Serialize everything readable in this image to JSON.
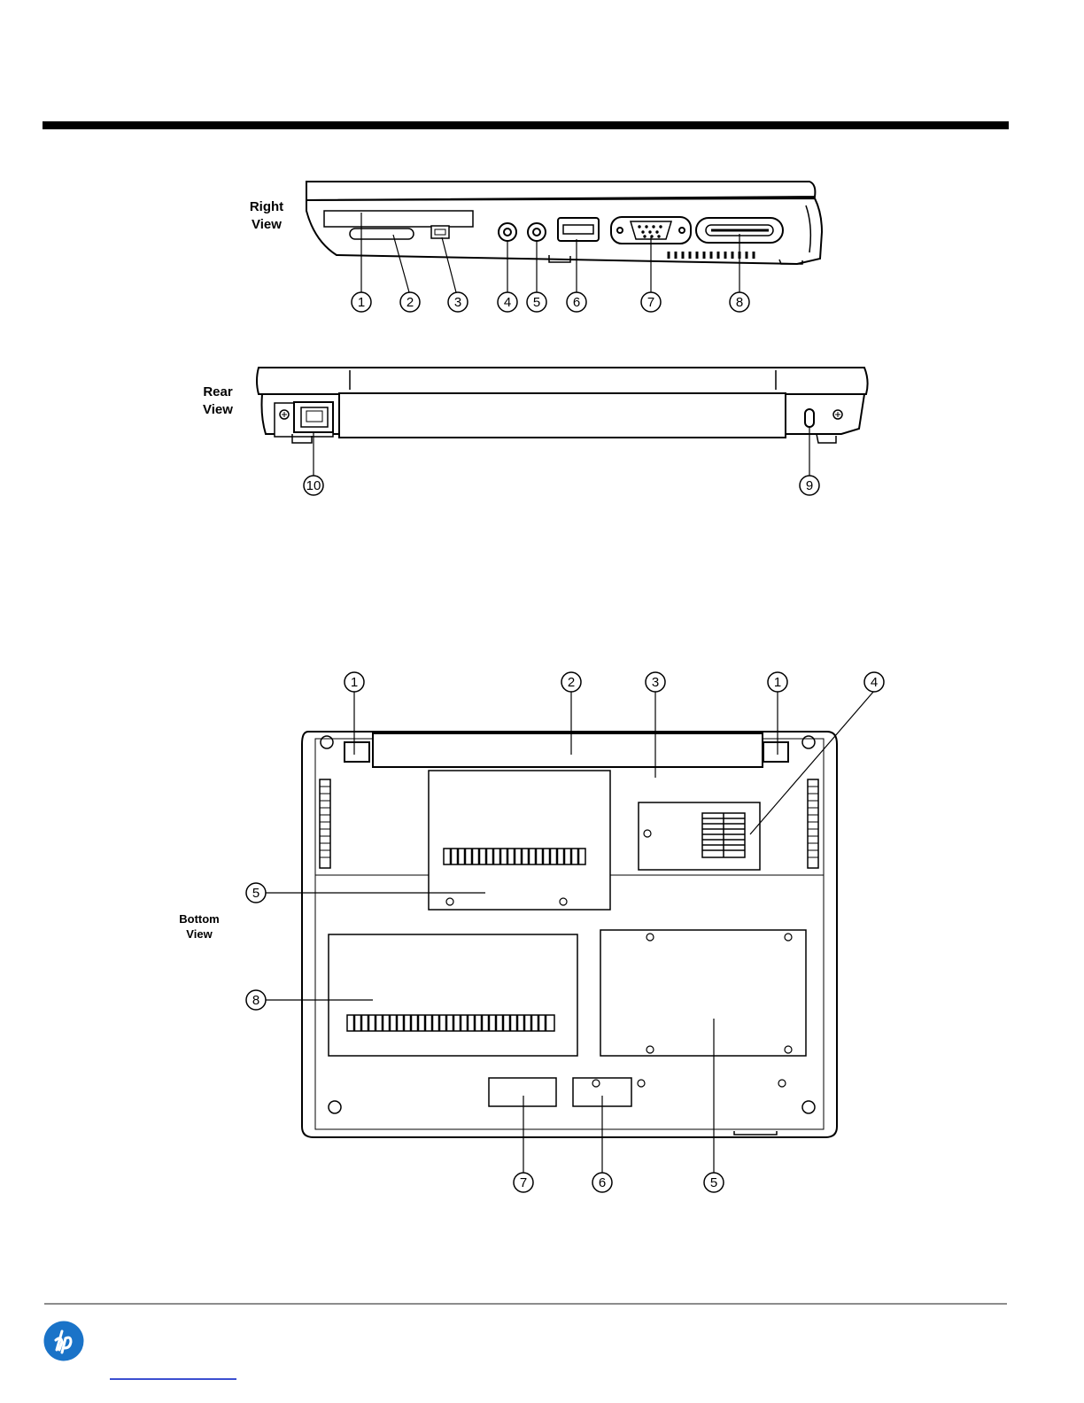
{
  "views": {
    "right": {
      "label_line1": "Right",
      "label_line2": "View",
      "callouts": [
        "1",
        "2",
        "3",
        "4",
        "5",
        "6",
        "7",
        "8"
      ]
    },
    "rear": {
      "label_line1": "Rear",
      "label_line2": "View",
      "callouts": [
        "10",
        "9"
      ]
    },
    "bottom": {
      "label_line1": "Bottom",
      "label_line2": "View",
      "callouts_top": [
        "1",
        "2",
        "3",
        "1",
        "4"
      ],
      "callouts_side": [
        "5",
        "8"
      ],
      "callouts_bottom": [
        "7",
        "6",
        "5"
      ]
    }
  },
  "footer": {
    "logo": "hp-logo",
    "brand_color": "#1a73c8",
    "link_color": "#3b4fd0"
  }
}
